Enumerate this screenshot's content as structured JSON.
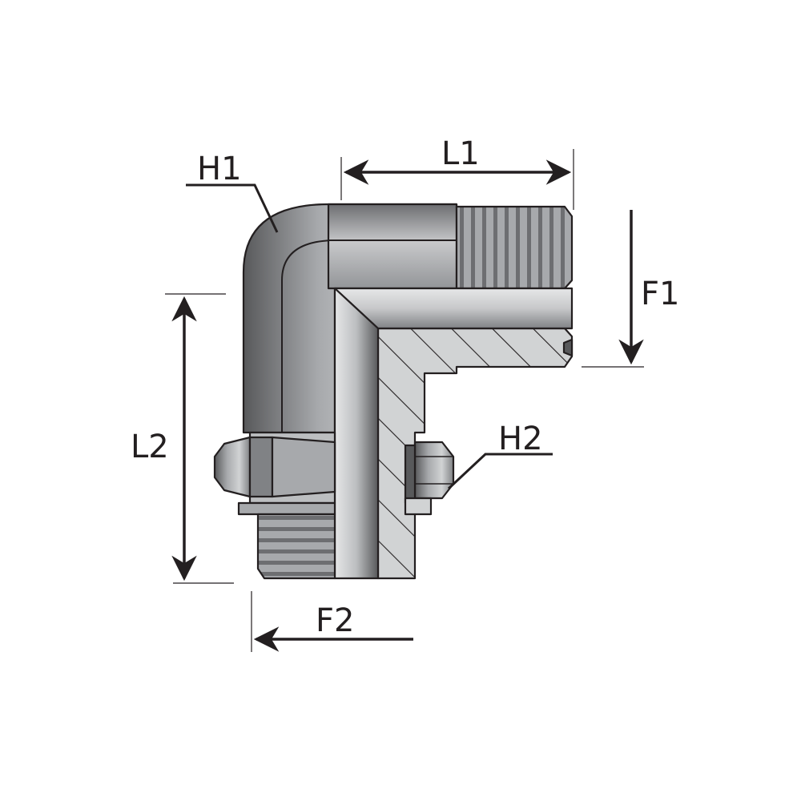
{
  "labels": {
    "h1": "H1",
    "h2": "H2",
    "l1": "L1",
    "l2": "L2",
    "f1": "F1",
    "f2": "F2"
  },
  "colors": {
    "line": "#231f20",
    "body_dark": "#6d6e71",
    "body_mid": "#939598",
    "body_light": "#bcbec0",
    "section": "#d1d3d4",
    "background": "#ffffff"
  }
}
